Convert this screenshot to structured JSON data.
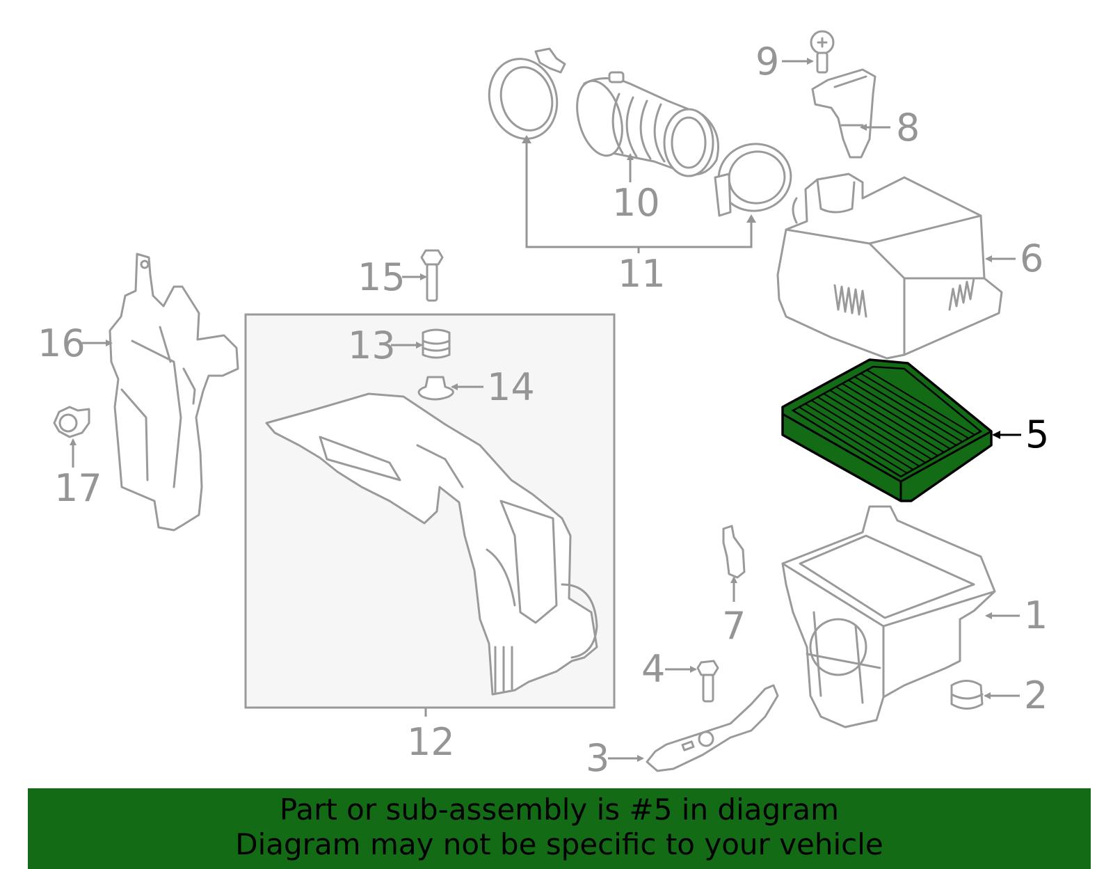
{
  "highlight_color": "#136b16",
  "banner_color": "#136b16",
  "highlighted_part": "5",
  "callouts": [
    "1",
    "2",
    "3",
    "4",
    "5",
    "6",
    "7",
    "8",
    "9",
    "10",
    "11",
    "12",
    "13",
    "14",
    "15",
    "16",
    "17"
  ],
  "banner": {
    "line1": "Part or sub-assembly is #5 in diagram",
    "line2": "Diagram may not be specific to your vehicle"
  }
}
